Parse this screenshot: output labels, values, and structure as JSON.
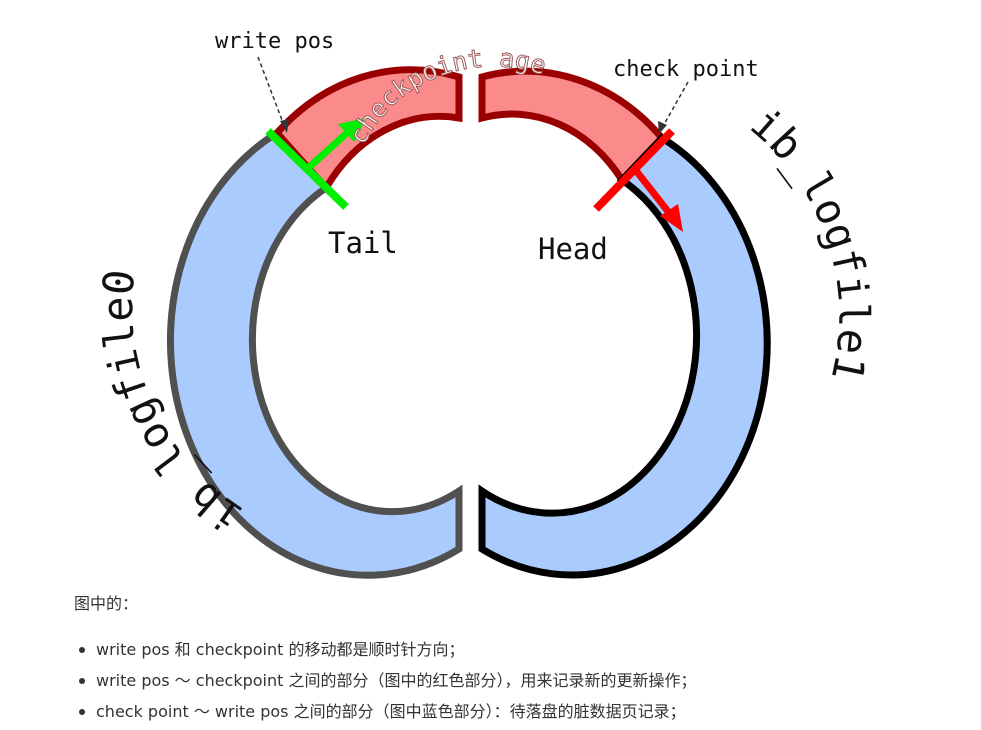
{
  "diagram": {
    "write_pos_label": "write pos",
    "check_point_label": "check point",
    "tail_label": "Tail",
    "head_label": "Head",
    "checkpoint_age_label": "checkpoint age",
    "left_file_label": "ib_logfile0",
    "right_file_label": "ib_logfile1",
    "colors": {
      "log_fill": "#a9cbfe",
      "left_border": "#505050",
      "right_border": "#000000",
      "checkpoint_fill": "#fb8b8b",
      "checkpoint_border": "#9b0000",
      "write_pos_marker": "#00ee00",
      "check_point_marker": "#ff0000"
    }
  },
  "text": {
    "caption": "图中的：",
    "bullets": [
      "write pos 和 checkpoint 的移动都是顺时针方向；",
      "write pos ～ checkpoint 之间的部分（图中的红色部分），用来记录新的更新操作；",
      "check point ～ write pos 之间的部分（图中蓝色部分）：待落盘的脏数据页记录；"
    ]
  }
}
